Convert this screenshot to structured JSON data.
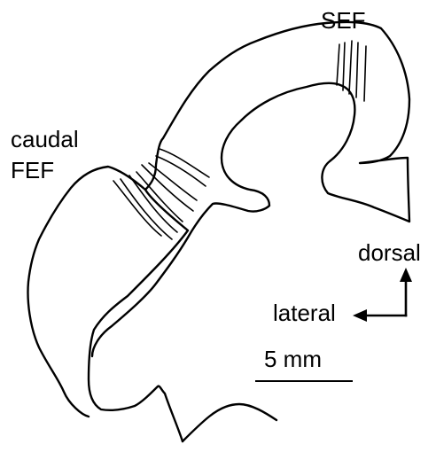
{
  "labels": {
    "sef": "SEF",
    "caudal": "caudal",
    "fef": "FEF",
    "dorsal": "dorsal",
    "lateral": "lateral",
    "scale": "5 mm"
  },
  "colors": {
    "ink": "#000000",
    "background": "#ffffff"
  }
}
